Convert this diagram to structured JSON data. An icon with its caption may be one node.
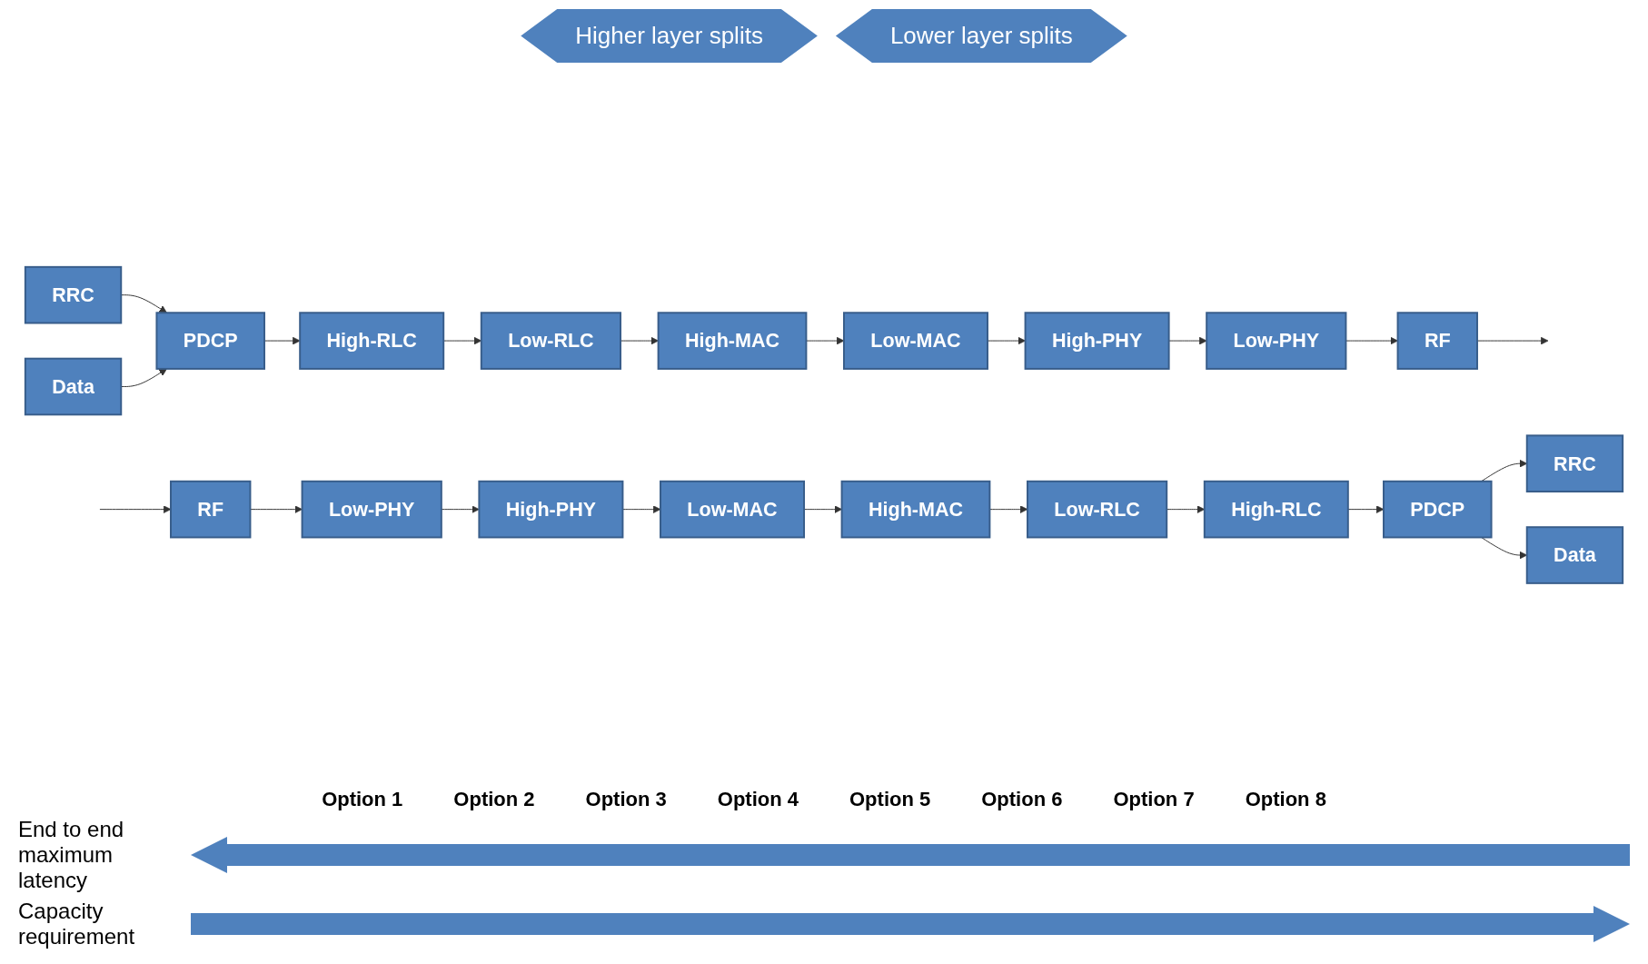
{
  "diagram": {
    "nodes": [
      {
        "text": [
          "RRC"
        ]
      },
      {
        "text": [
          "Data"
        ]
      },
      {
        "text": [
          "PDCP"
        ]
      },
      {
        "text": [
          "High-RLC"
        ]
      },
      {
        "text": [
          "Low-RLC"
        ]
      },
      {
        "text": [
          "High-MAC"
        ]
      },
      {
        "text": [
          "Low-MAC"
        ]
      },
      {
        "text": [
          "High-PHY"
        ]
      },
      {
        "text": [
          "Low-PHY"
        ]
      },
      {
        "text": [
          "RF"
        ]
      },
      {
        "text": [
          "RRC"
        ]
      },
      {
        "text": [
          "Data"
        ]
      },
      {
        "text": [
          "PDCP"
        ]
      },
      {
        "text": [
          "High-RLC"
        ]
      },
      {
        "text": [
          "Low-RLC"
        ]
      },
      {
        "text": [
          "High-MAC"
        ]
      },
      {
        "text": [
          "Low-MAC"
        ]
      },
      {
        "text": [
          "High-PHY"
        ]
      },
      {
        "text": [
          "Low-PHY"
        ]
      },
      {
        "text": [
          "RF"
        ]
      }
    ],
    "edges": [
      {
        "from": 0,
        "to": 2,
        "arrow": "to"
      },
      {
        "from": 1,
        "to": 2,
        "arrow": "to"
      },
      {
        "from": 2,
        "to": 3,
        "arrow": "to"
      },
      {
        "from": 3,
        "to": 4,
        "arrow": "to"
      },
      {
        "from": 4,
        "to": 5,
        "arrow": "to"
      },
      {
        "from": 5,
        "to": 6,
        "arrow": "to"
      },
      {
        "from": 6,
        "to": 7,
        "arrow": "to"
      },
      {
        "from": 7,
        "to": 8,
        "arrow": "to"
      },
      {
        "from": 8,
        "to": 9,
        "arrow": "to"
      },
      {
        "from": 9,
        "to": null,
        "arrow": "to"
      },
      {
        "from": null,
        "to": 19,
        "arrow": "to"
      },
      {
        "from": 19,
        "to": 18,
        "arrow": "to"
      },
      {
        "from": 18,
        "to": 17,
        "arrow": "to"
      },
      {
        "from": 17,
        "to": 16,
        "arrow": "to"
      },
      {
        "from": 16,
        "to": 15,
        "arrow": "to"
      },
      {
        "from": 15,
        "to": 14,
        "arrow": "to"
      },
      {
        "from": 14,
        "to": 13,
        "arrow": "to"
      },
      {
        "from": 13,
        "to": 12,
        "arrow": "to"
      },
      {
        "from": 12,
        "to": 10,
        "arrow": "to"
      },
      {
        "from": 12,
        "to": 11,
        "arrow": "to"
      }
    ],
    "labels": [
      "Higher layer splits",
      "Lower layer splits",
      "Option 1",
      "Option 2",
      "Option 3",
      "Option 4",
      "Option 5",
      "Option 6",
      "Option 7",
      "Option 8",
      "End to end maximum latency",
      "Capacity requirement"
    ]
  }
}
